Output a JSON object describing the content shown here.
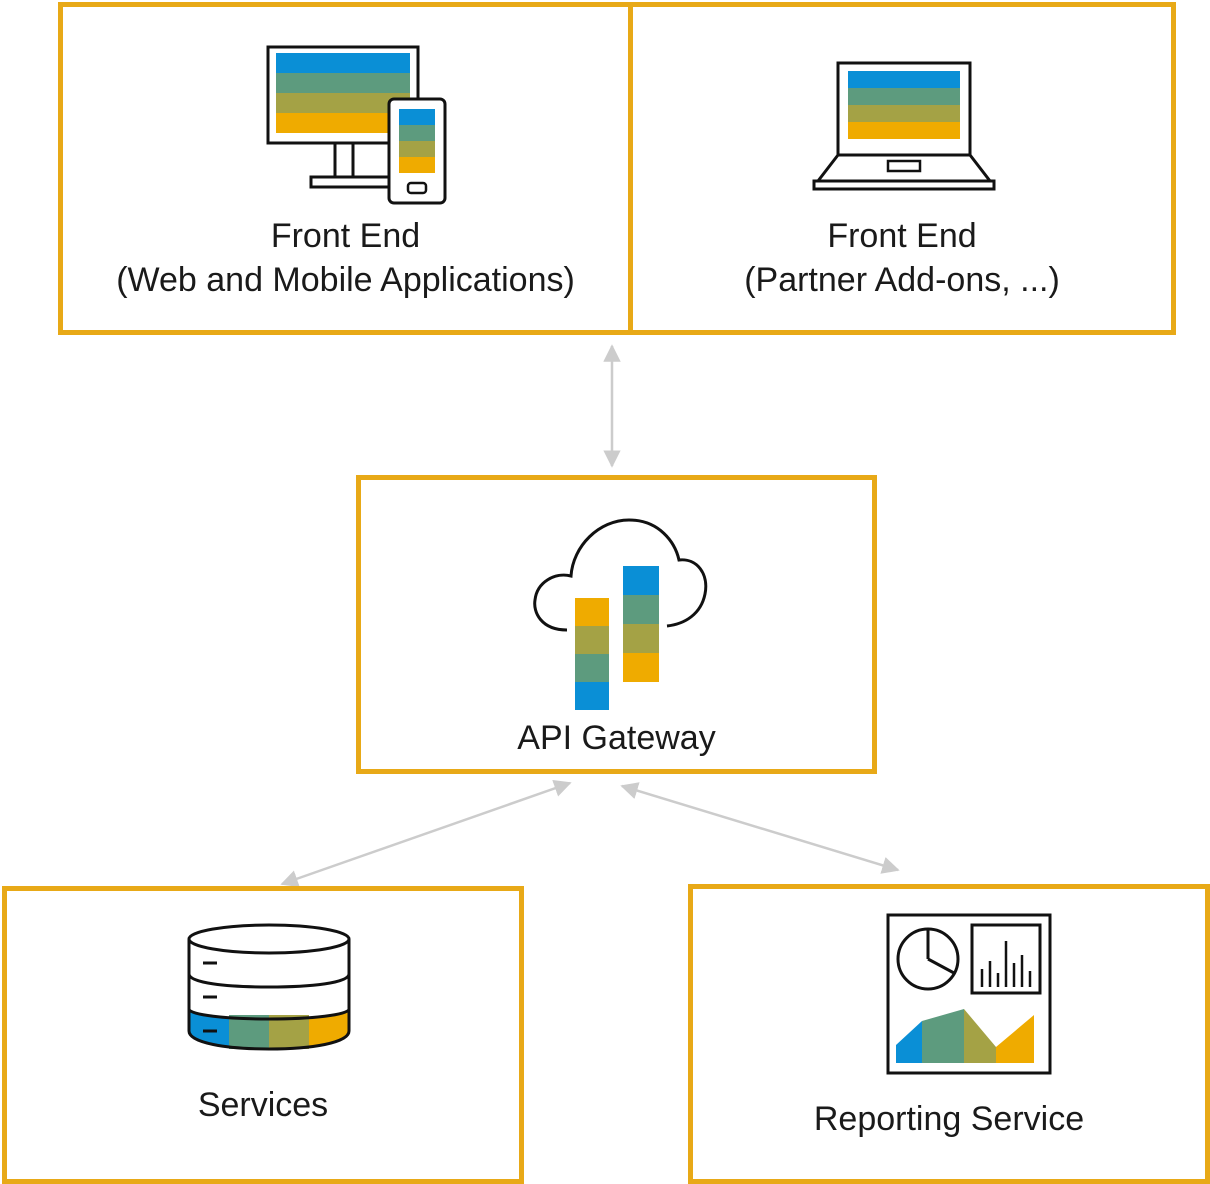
{
  "colors": {
    "border": "#e8a917",
    "blue": "#0a8fd6",
    "teal": "#5d9b7e",
    "olive": "#a4a245",
    "gold": "#efab00",
    "connector": "#cccccc"
  },
  "nodes": {
    "frontend_web": {
      "title": "Front End",
      "subtitle": "(Web and Mobile Applications)",
      "icon": "desktop-and-phone-icon"
    },
    "frontend_partner": {
      "title": "Front End",
      "subtitle": "(Partner Add-ons, ...)",
      "icon": "laptop-icon"
    },
    "api_gateway": {
      "title": "API Gateway",
      "icon": "cloud-gateway-icon"
    },
    "services": {
      "title": "Services",
      "icon": "database-icon"
    },
    "reporting": {
      "title": "Reporting Service",
      "icon": "dashboard-report-icon"
    }
  },
  "edges": [
    {
      "from": "Front End",
      "to": "API Gateway",
      "direction": "bidirectional"
    },
    {
      "from": "API Gateway",
      "to": "Services",
      "direction": "bidirectional"
    },
    {
      "from": "API Gateway",
      "to": "Reporting Service",
      "direction": "bidirectional"
    }
  ]
}
